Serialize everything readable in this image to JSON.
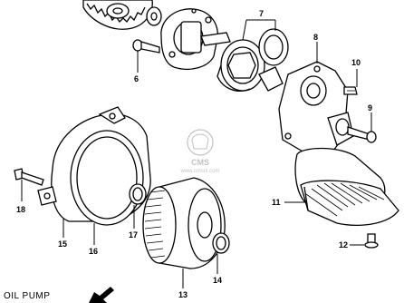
{
  "caption": "OIL PUMP",
  "watermark": {
    "text": "CMS",
    "subtext": "www.cmsnl.com"
  },
  "callouts": [
    {
      "id": "6",
      "text": "6"
    },
    {
      "id": "7",
      "text": "7"
    },
    {
      "id": "8",
      "text": "8"
    },
    {
      "id": "9",
      "text": "9"
    },
    {
      "id": "10",
      "text": "10"
    },
    {
      "id": "11",
      "text": "11"
    },
    {
      "id": "12",
      "text": "12"
    },
    {
      "id": "13",
      "text": "13"
    },
    {
      "id": "14",
      "text": "14"
    },
    {
      "id": "15",
      "text": "15"
    },
    {
      "id": "16",
      "text": "16"
    },
    {
      "id": "17",
      "text": "17"
    },
    {
      "id": "18",
      "text": "18"
    }
  ]
}
